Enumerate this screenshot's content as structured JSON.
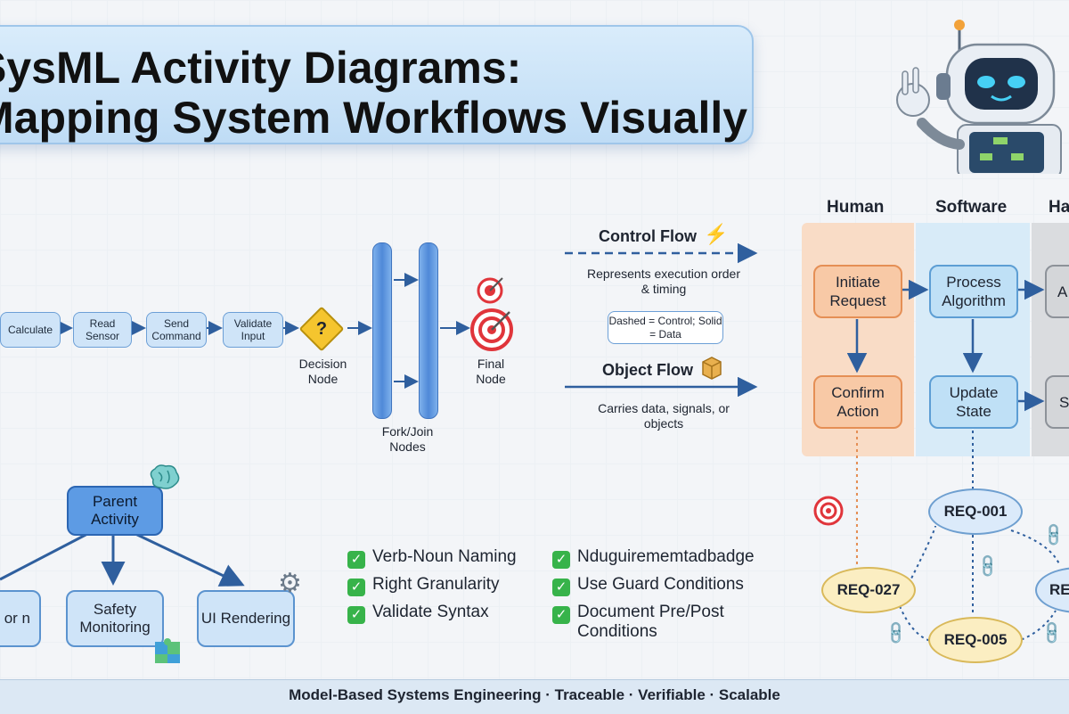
{
  "header": {
    "title": "SysML Activity Diagrams:\nMapping System Workflows Visually"
  },
  "flow": {
    "actions": [
      "Calculate",
      "Read Sensor",
      "Send Command",
      "Validate Input"
    ],
    "decision_symbol": "?",
    "decision_label": "Decision Node",
    "fork_join_label": "Fork/Join Nodes",
    "final_label": "Final Node"
  },
  "legend": {
    "control_title": "Control Flow",
    "control_desc": "Represents execution order & timing",
    "note": "Dashed = Control; Solid = Data",
    "object_title": "Object Flow",
    "object_desc": "Carries data, signals, or objects"
  },
  "swimlanes": {
    "headers": [
      "Human",
      "Software",
      "Ha"
    ],
    "human": [
      "Initiate Request",
      "Confirm Action"
    ],
    "software": [
      "Process Algorithm",
      "Update State"
    ],
    "hardware": [
      "A Ac",
      "S"
    ]
  },
  "requirements": [
    "REQ-001",
    "REQ-027",
    "REQ-005",
    "RE"
  ],
  "hierarchy": {
    "parent": "Parent Activity",
    "children": [
      "or n",
      "Safety Monitoring",
      "UI Rendering"
    ]
  },
  "best_practices": {
    "left": [
      "Verb-Noun Naming",
      "Right Granularity",
      "Validate Syntax"
    ],
    "right": [
      "Nduguirememtadbadge",
      "Use Guard Conditions",
      "Document Pre/Post Conditions"
    ]
  },
  "footer": {
    "tagline": "Model-Based Systems Engineering · Traceable · Verifiable · Scalable"
  },
  "colors": {
    "accent_blue": "#4f89d8",
    "human_lane": "#f8c9a6",
    "software_lane": "#bfe0f6",
    "hardware_lane": "#d4d6d9",
    "check_green": "#37b34a",
    "target_red": "#e0353b"
  },
  "icons": [
    "robot-mascot-icon",
    "lightning-icon",
    "package-box-icon",
    "target-icon",
    "brain-icon",
    "gear-icon",
    "puzzle-icon",
    "link-icon",
    "check-icon"
  ]
}
